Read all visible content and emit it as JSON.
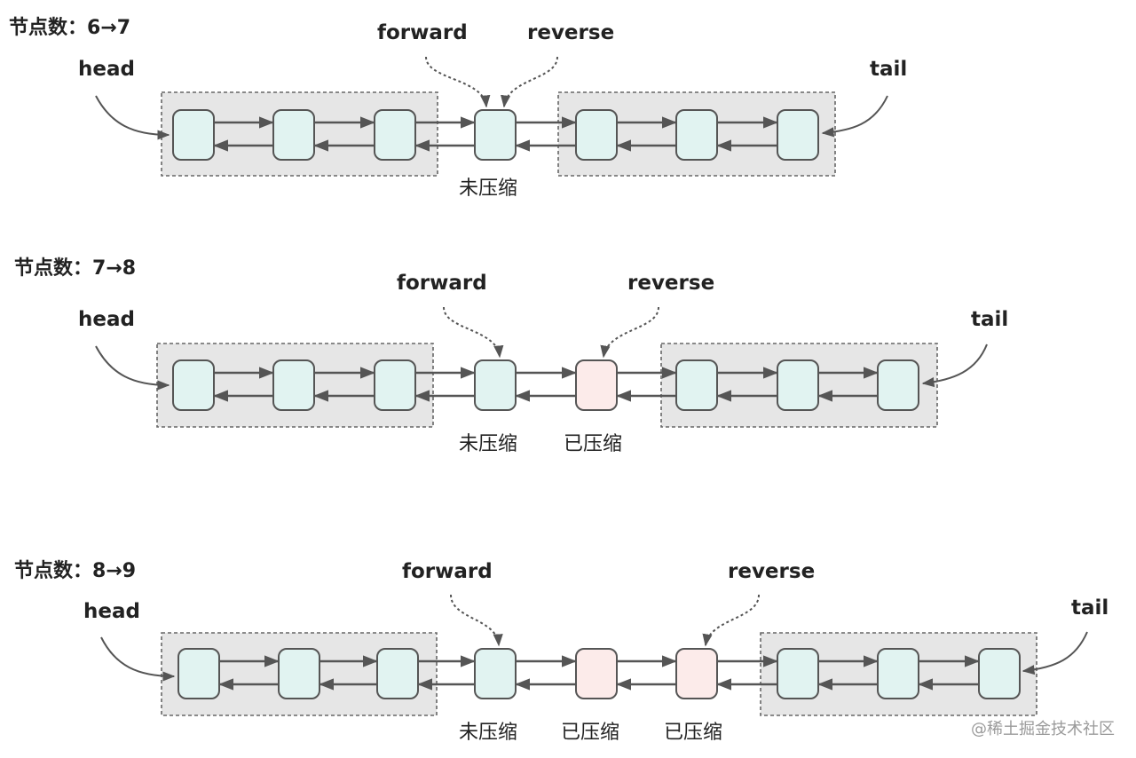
{
  "watermark": "@稀土掘金技术社区",
  "colors": {
    "uncompressed": "#e1f3f1",
    "compressed": "#fcebea",
    "stroke": "#555555",
    "group_fill": "#e6e6e6"
  },
  "diagrams": [
    {
      "title": "节点数：6→7",
      "head_label": "head",
      "tail_label": "tail",
      "forward_label": "forward",
      "reverse_label": "reverse",
      "nodes": [
        "uncompressed",
        "uncompressed",
        "uncompressed",
        "uncompressed",
        "uncompressed",
        "uncompressed",
        "uncompressed"
      ],
      "status_labels": [
        "未压缩"
      ]
    },
    {
      "title": "节点数：7→8",
      "head_label": "head",
      "tail_label": "tail",
      "forward_label": "forward",
      "reverse_label": "reverse",
      "nodes": [
        "uncompressed",
        "uncompressed",
        "uncompressed",
        "uncompressed",
        "compressed",
        "uncompressed",
        "uncompressed",
        "uncompressed"
      ],
      "status_labels": [
        "未压缩",
        "已压缩"
      ]
    },
    {
      "title": "节点数：8→9",
      "head_label": "head",
      "tail_label": "tail",
      "forward_label": "forward",
      "reverse_label": "reverse",
      "nodes": [
        "uncompressed",
        "uncompressed",
        "uncompressed",
        "uncompressed",
        "compressed",
        "compressed",
        "uncompressed",
        "uncompressed",
        "uncompressed"
      ],
      "status_labels": [
        "未压缩",
        "已压缩",
        "已压缩"
      ]
    }
  ]
}
